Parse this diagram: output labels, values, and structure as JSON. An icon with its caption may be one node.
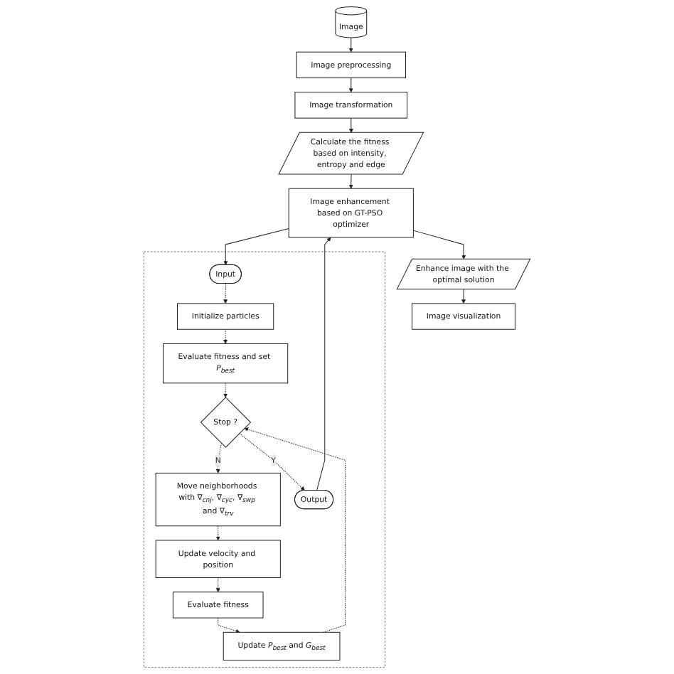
{
  "diagram": {
    "nodes": [
      {
        "text": [
          "Image"
        ]
      },
      {
        "text": [
          "Image preprocessing"
        ]
      },
      {
        "text": [
          "Image transformation"
        ]
      },
      {
        "text": [
          "Calculate the fitness based on intensity, entropy and edge"
        ]
      },
      {
        "text": [
          "Image enhancement based on GT-PSO optimizer"
        ]
      },
      {
        "text": [
          "Enhance image with the optimal solution"
        ]
      },
      {
        "text": [
          "Image visualization"
        ]
      },
      {
        "text": [],
        "shape": "box"
      },
      {
        "text": [
          "Input"
        ],
        "in": 7
      },
      {
        "text": [
          "Initialize particles"
        ],
        "in": 7
      },
      {
        "text": [
          "Evaluate fitness and set *P*$_{best}$"
        ],
        "in": 7
      },
      {
        "text": [
          "Stop ?"
        ],
        "in": 7
      },
      {
        "text": [
          "Move neighborhoods with ∇$_{cnj}$, ∇$_{cyc}$, ∇$_{swp}$ and ∇$_{trv}$"
        ],
        "in": 7
      },
      {
        "text": [
          "Update velocity and position"
        ],
        "in": 7
      },
      {
        "text": [
          "Evaluate fitness"
        ],
        "in": 7
      },
      {
        "text": [
          "Update *P*$_{best}$ and *G*$_{best}$"
        ],
        "in": 7
      },
      {
        "text": [
          "Output"
        ],
        "in": 7
      }
    ],
    "edges": [
      {
        "from": 0,
        "to": 1,
        "arrow": "to"
      },
      {
        "from": 1,
        "to": 2,
        "arrow": "to"
      },
      {
        "from": 2,
        "to": 3,
        "arrow": "to"
      },
      {
        "from": 3,
        "to": 4,
        "arrow": "to"
      },
      {
        "from": 4,
        "to": 5,
        "arrow": "to"
      },
      {
        "from": 5,
        "to": 6,
        "arrow": "to"
      },
      {
        "from": 4,
        "to": 8,
        "arrow": "to"
      },
      {
        "from": 8,
        "to": 9,
        "arrow": "to",
        "style": "dashed"
      },
      {
        "from": 9,
        "to": 10,
        "arrow": "to",
        "style": "dashed"
      },
      {
        "from": 10,
        "to": 11,
        "arrow": "to",
        "style": "dashed"
      },
      {
        "from": 11,
        "to": 12,
        "arrow": "to",
        "style": "dashed",
        "label": "N"
      },
      {
        "from": 12,
        "to": 13,
        "arrow": "to",
        "style": "dashed"
      },
      {
        "from": 13,
        "to": 14,
        "arrow": "to",
        "style": "dashed"
      },
      {
        "from": 14,
        "to": 15,
        "arrow": "to",
        "style": "dashed"
      },
      {
        "from": 15,
        "to": 11,
        "arrow": "to",
        "style": "dashed"
      },
      {
        "from": 11,
        "to": 16,
        "arrow": "to",
        "style": "dashed",
        "label": "Y"
      },
      {
        "from": 16,
        "to": 4,
        "arrow": "to"
      }
    ]
  }
}
